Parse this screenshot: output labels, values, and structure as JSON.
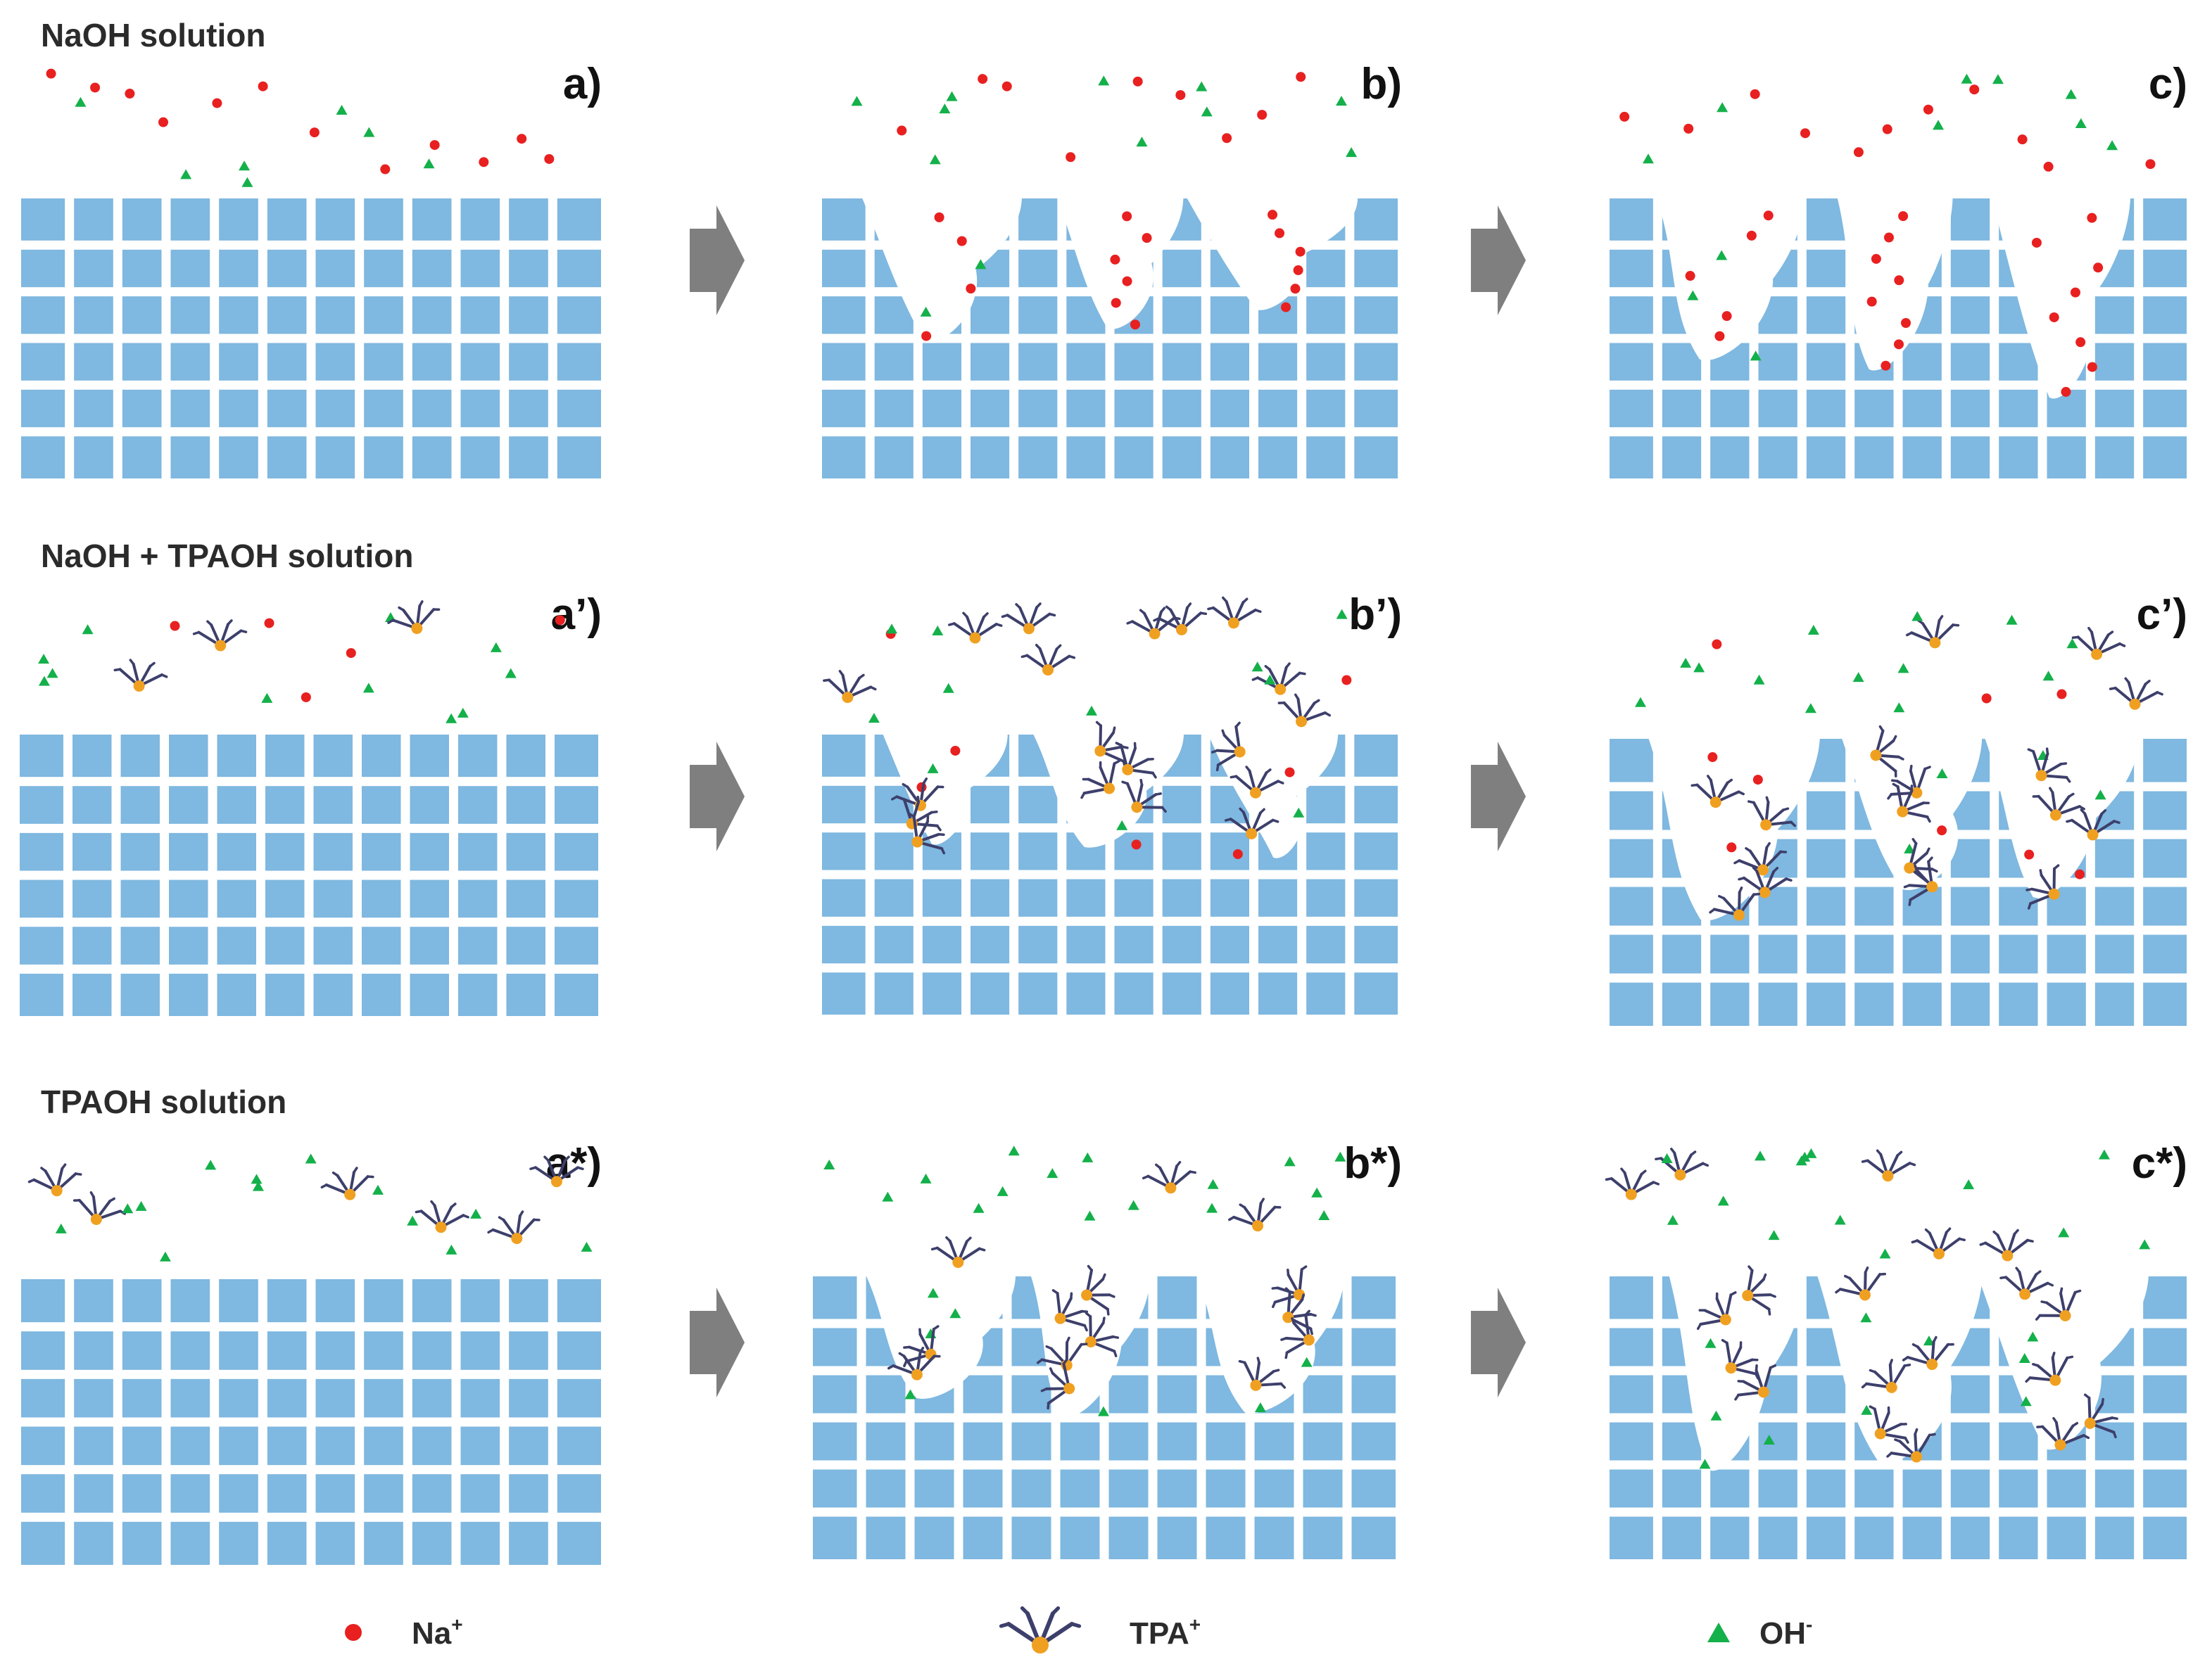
{
  "colors": {
    "grid": "#7fb8e0",
    "grid_gap": "#ffffff",
    "sodium": "#e82020",
    "hydroxide": "#14b04a",
    "tpa_arms": "#3d3f6b",
    "tpa_core": "#f0a020",
    "arrow": "#7f7f7f"
  },
  "rows": [
    {
      "title": "NaOH solution",
      "panels": [
        {
          "label": "a)",
          "stage": "intact",
          "species": [
            "sodium",
            "hydroxide"
          ]
        },
        {
          "label": "b)",
          "stage": "partial",
          "species": [
            "sodium",
            "hydroxide"
          ]
        },
        {
          "label": "c)",
          "stage": "advanced",
          "species": [
            "sodium",
            "hydroxide"
          ]
        }
      ]
    },
    {
      "title": "NaOH + TPAOH solution",
      "panels": [
        {
          "label": "a’)",
          "stage": "intact",
          "species": [
            "sodium",
            "hydroxide",
            "tpa"
          ]
        },
        {
          "label": "b’)",
          "stage": "partial",
          "species": [
            "sodium",
            "hydroxide",
            "tpa"
          ]
        },
        {
          "label": "c’)",
          "stage": "advanced",
          "species": [
            "sodium",
            "hydroxide",
            "tpa"
          ]
        }
      ]
    },
    {
      "title": "TPAOH solution",
      "panels": [
        {
          "label": "a*)",
          "stage": "intact",
          "species": [
            "hydroxide",
            "tpa"
          ]
        },
        {
          "label": "b*)",
          "stage": "partial",
          "species": [
            "hydroxide",
            "tpa"
          ]
        },
        {
          "label": "c*)",
          "stage": "advanced",
          "species": [
            "hydroxide",
            "tpa"
          ]
        }
      ]
    }
  ],
  "legend": [
    {
      "symbol": "sodium-dot-icon",
      "label": "Na",
      "superscript": "+"
    },
    {
      "symbol": "tpa-molecule-icon",
      "label": "TPA",
      "superscript": "+"
    },
    {
      "symbol": "hydroxide-triangle-icon",
      "label": "OH",
      "superscript": "-"
    }
  ]
}
